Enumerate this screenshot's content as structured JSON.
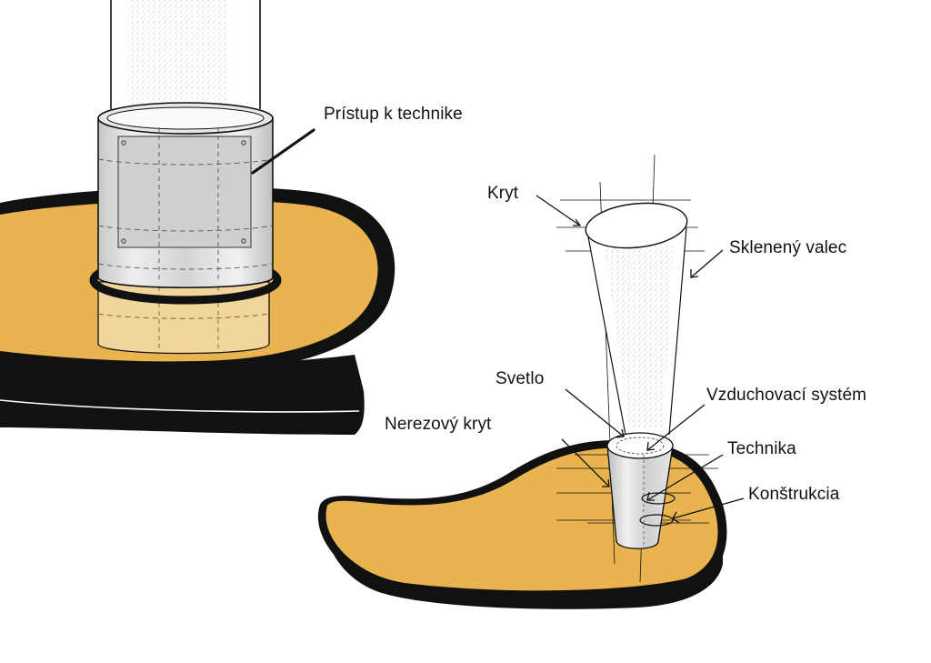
{
  "labels": {
    "access": "Prístup k technike",
    "cover": "Kryt",
    "glass_cylinder": "Sklenený valec",
    "light": "Svetlo",
    "air_system": "Vzduchovací systém",
    "steel_cover": "Nerezový kryt",
    "technology": "Technika",
    "construction": "Konštrukcia"
  },
  "colors": {
    "table_top": "#e9b34f",
    "table_edge": "#111111",
    "glass": "#d9d9d9",
    "line": "#111111"
  }
}
